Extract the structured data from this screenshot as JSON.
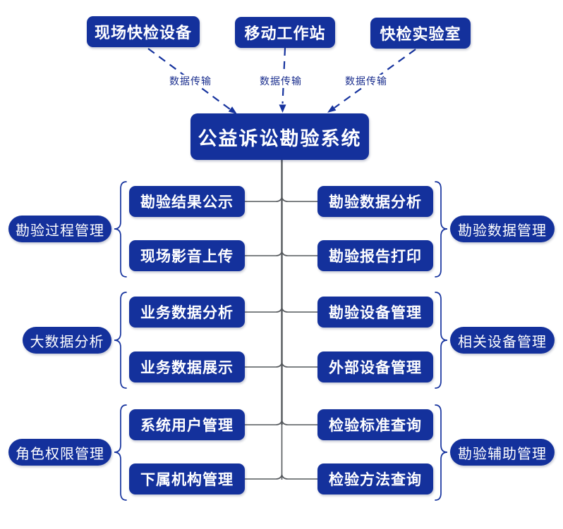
{
  "diagram": {
    "top_nodes": [
      {
        "label": "现场快检设备"
      },
      {
        "label": "移动工作站"
      },
      {
        "label": "快检实验室"
      }
    ],
    "edge_labels": [
      "数据传输",
      "数据传输",
      "数据传输"
    ],
    "center_label": "公益诉讼勘验系统",
    "groups_left": [
      {
        "category": "勘验过程管理",
        "items": [
          "勘验结果公示",
          "现场影音上传"
        ]
      },
      {
        "category": "大数据分析",
        "items": [
          "业务数据分析",
          "业务数据展示"
        ]
      },
      {
        "category": "角色权限管理",
        "items": [
          "系统用户管理",
          "下属机构管理"
        ]
      }
    ],
    "groups_right": [
      {
        "category": "勘验数据管理",
        "items": [
          "勘验数据分析",
          "勘验报告打印"
        ]
      },
      {
        "category": "相关设备管理",
        "items": [
          "勘验设备管理",
          "外部设备管理"
        ]
      },
      {
        "category": "勘验辅助管理",
        "items": [
          "检验标准查询",
          "检验方法查询"
        ]
      }
    ],
    "colors": {
      "node_fill": "#14319c",
      "connector": "#54585c",
      "arrow": "#16339e",
      "label_text": "#1a2e8e",
      "text": "#ffffff",
      "background": "#ffffff"
    }
  }
}
